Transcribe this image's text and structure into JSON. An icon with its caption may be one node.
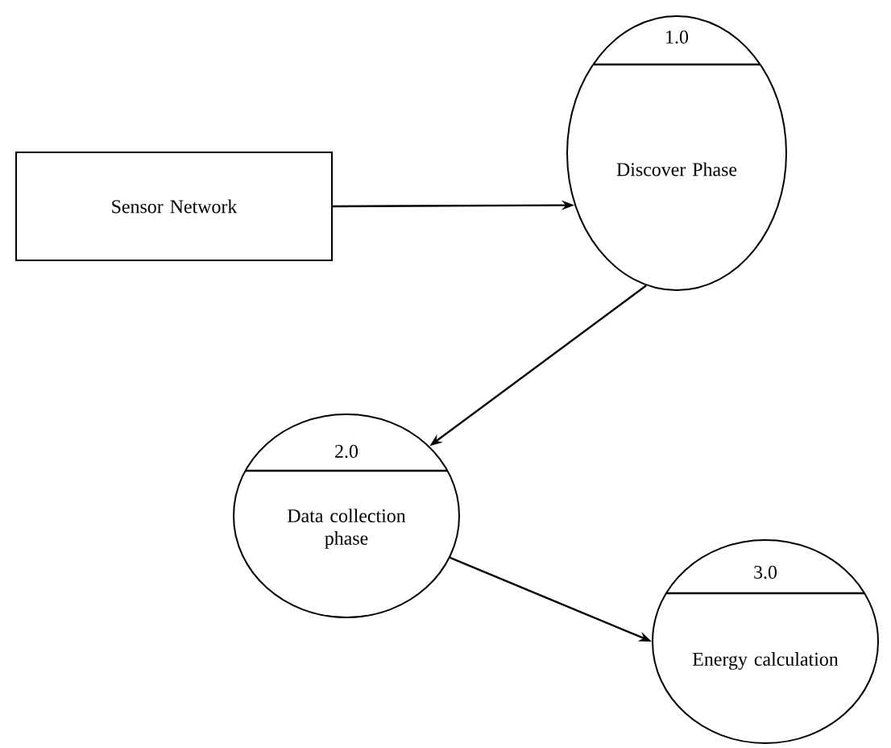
{
  "diagram": {
    "nodes": [
      {
        "text": [
          "Sensor Network"
        ]
      },
      {
        "text": [
          "1.0",
          "Discover Phase"
        ]
      },
      {
        "text": [
          "2.0",
          "Data collection phase"
        ]
      },
      {
        "text": [
          "3.0",
          "Energy calculation"
        ]
      }
    ],
    "edges": [
      {
        "from": 0,
        "to": 1,
        "arrow": "to"
      },
      {
        "from": 1,
        "to": 2,
        "arrow": "to"
      },
      {
        "from": 2,
        "to": 3,
        "arrow": "to"
      }
    ]
  }
}
